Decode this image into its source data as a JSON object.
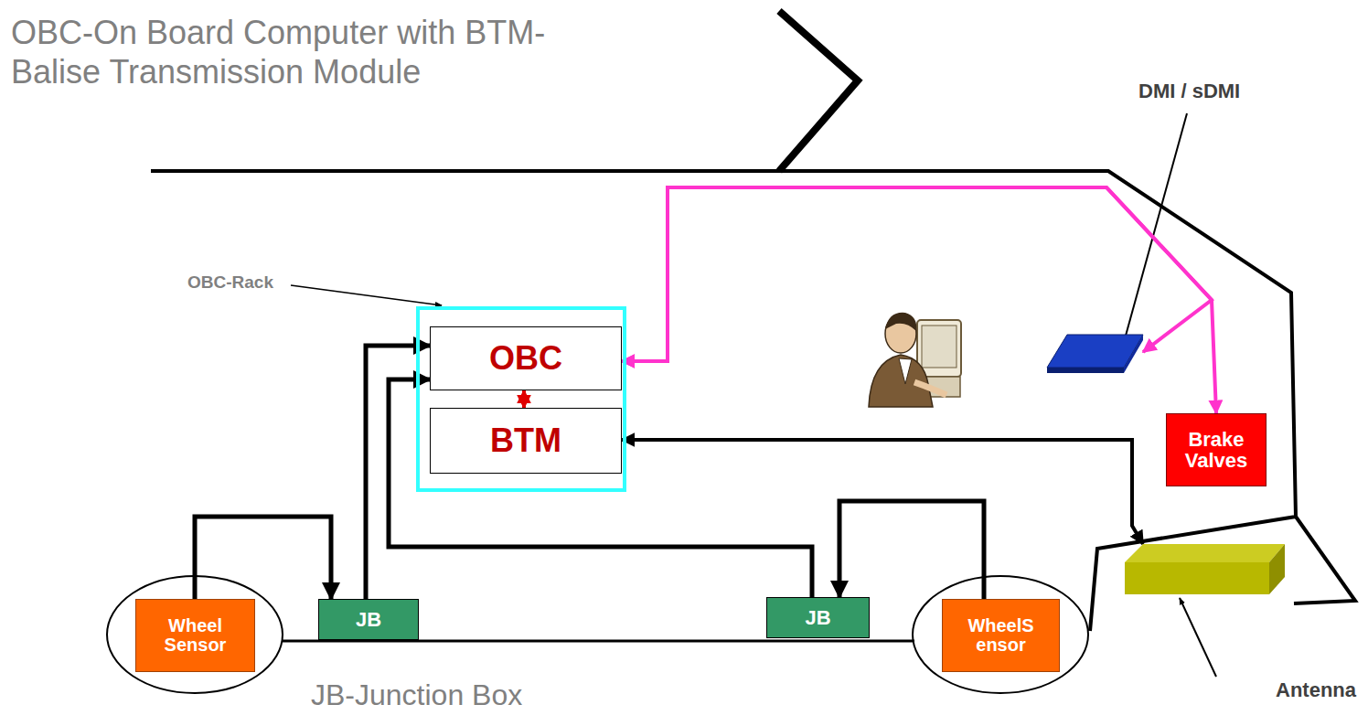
{
  "diagram": {
    "title": "OBC-On Board Computer with BTM-Balise Transmission Module",
    "nodes": [
      {
        "text": [
          "OBC-Rack"
        ]
      },
      {
        "text": [
          "OBC"
        ],
        "in": 0
      },
      {
        "text": [
          "BTM"
        ],
        "in": 0
      },
      {
        "text": [
          "DMI / sDMI"
        ]
      },
      {
        "text": [
          "Brake Valves"
        ]
      },
      {
        "text": [
          "Antenna"
        ]
      },
      {
        "text": [
          "Wheel Sensor"
        ]
      },
      {
        "text": [
          "JB"
        ]
      },
      {
        "text": [
          "JB"
        ]
      },
      {
        "text": [
          "WheelS ensor"
        ]
      }
    ],
    "edges": [
      {
        "from": 1,
        "to": 2,
        "arrow": "both"
      },
      {
        "from": 1,
        "to": 3,
        "arrow": "both"
      },
      {
        "from": 1,
        "to": 4,
        "arrow": "both"
      },
      {
        "from": 2,
        "to": 5,
        "arrow": "both"
      },
      {
        "from": 6,
        "to": 7,
        "arrow": "to"
      },
      {
        "from": 7,
        "to": 1,
        "arrow": "to"
      },
      {
        "from": 9,
        "to": 8,
        "arrow": "to"
      },
      {
        "from": 8,
        "to": 1,
        "arrow": "to"
      }
    ],
    "labels": [
      "JB-Junction Box"
    ]
  }
}
